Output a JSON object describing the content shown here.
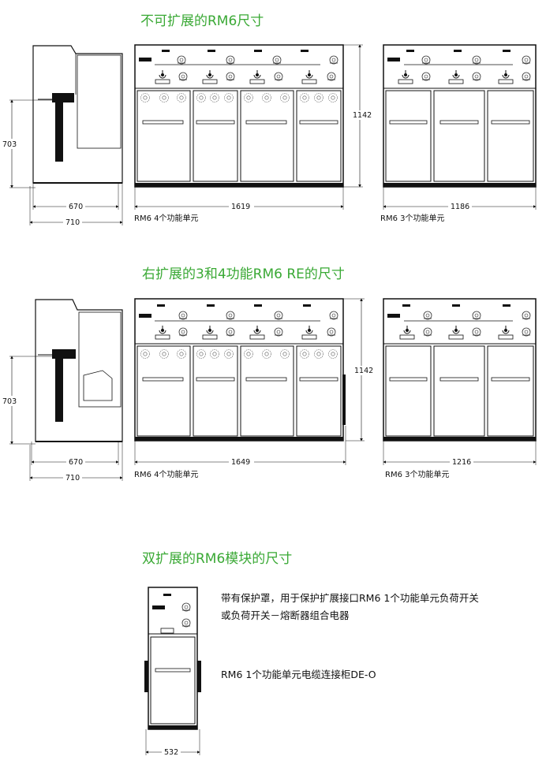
{
  "section1": {
    "title": "不可扩展的RM6尺寸",
    "side_height": "703",
    "side_depth_inner": "670",
    "side_depth_outer": "710",
    "front4_width": "1619",
    "front_height": "1142",
    "front3_width": "1186",
    "caption4": "RM6 4个功能单元",
    "caption3": "RM6 3个功能单元"
  },
  "section2": {
    "title": "右扩展的3和4功能RM6 RE的尺寸",
    "side_height": "703",
    "side_depth_inner": "670",
    "side_depth_outer": "710",
    "front4_width": "1649",
    "front_height": "1142",
    "front3_width": "1216",
    "caption4": "RM6 4个功能单元",
    "caption3": "RM6 3个功能单元"
  },
  "section3": {
    "title": "双扩展的RM6模块的尺寸",
    "width": "532",
    "note1_line1": "带有保护罩，用于保护扩展接口RM6 1个功能单元负荷开关",
    "note1_line2": "或负荷开关－熔断器组合电器",
    "note2": "RM6 1个功能单元电缆连接柜DE-O"
  }
}
